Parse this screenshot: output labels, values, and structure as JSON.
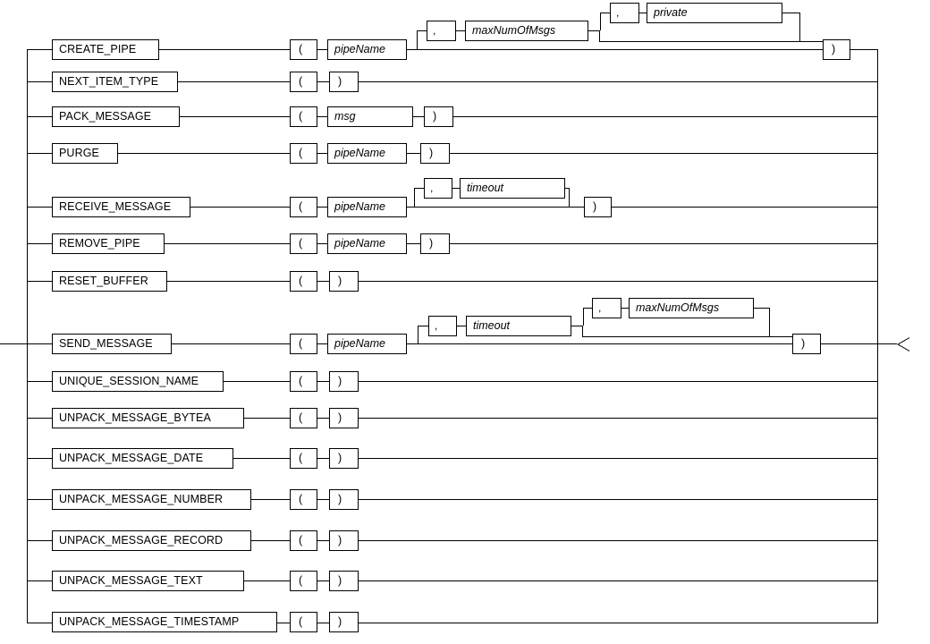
{
  "diagram": {
    "title": "DBMS_PIPE function railroad diagram",
    "type": "railroad-syntax-diagram",
    "stroke_color": "#000000",
    "background_color": "#ffffff",
    "entry_label": "",
    "exit_marker": "left-pointing-triangle"
  },
  "tokens": {
    "lparen": "(",
    "rparen": ")",
    "comma": ","
  },
  "branches": [
    {
      "id": "create-pipe",
      "keyword": "CREATE_PIPE",
      "args": [
        {
          "name": "pipeName",
          "optional": false
        },
        {
          "name": "maxNumOfMsgs",
          "optional": true
        },
        {
          "name": "private",
          "optional": true
        }
      ]
    },
    {
      "id": "next-item-type",
      "keyword": "NEXT_ITEM_TYPE",
      "args": []
    },
    {
      "id": "pack-message",
      "keyword": "PACK_MESSAGE",
      "args": [
        {
          "name": "msg",
          "optional": false
        }
      ]
    },
    {
      "id": "purge",
      "keyword": "PURGE",
      "args": [
        {
          "name": "pipeName",
          "optional": false
        }
      ]
    },
    {
      "id": "receive-message",
      "keyword": "RECEIVE_MESSAGE",
      "args": [
        {
          "name": "pipeName",
          "optional": false
        },
        {
          "name": "timeout",
          "optional": true
        }
      ]
    },
    {
      "id": "remove-pipe",
      "keyword": "REMOVE_PIPE",
      "args": [
        {
          "name": "pipeName",
          "optional": false
        }
      ]
    },
    {
      "id": "reset-buffer",
      "keyword": "RESET_BUFFER",
      "args": []
    },
    {
      "id": "send-message",
      "keyword": "SEND_MESSAGE",
      "args": [
        {
          "name": "pipeName",
          "optional": false
        },
        {
          "name": "timeout",
          "optional": true
        },
        {
          "name": "maxNumOfMsgs",
          "optional": true
        }
      ]
    },
    {
      "id": "unique-session-name",
      "keyword": "UNIQUE_SESSION_NAME",
      "args": []
    },
    {
      "id": "unpack-message-bytea",
      "keyword": "UNPACK_MESSAGE_BYTEA",
      "args": []
    },
    {
      "id": "unpack-message-date",
      "keyword": "UNPACK_MESSAGE_DATE",
      "args": []
    },
    {
      "id": "unpack-message-number",
      "keyword": "UNPACK_MESSAGE_NUMBER",
      "args": []
    },
    {
      "id": "unpack-message-record",
      "keyword": "UNPACK_MESSAGE_RECORD",
      "args": []
    },
    {
      "id": "unpack-message-text",
      "keyword": "UNPACK_MESSAGE_TEXT",
      "args": []
    },
    {
      "id": "unpack-message-timestamp",
      "keyword": "UNPACK_MESSAGE_TIMESTAMP",
      "args": []
    }
  ]
}
